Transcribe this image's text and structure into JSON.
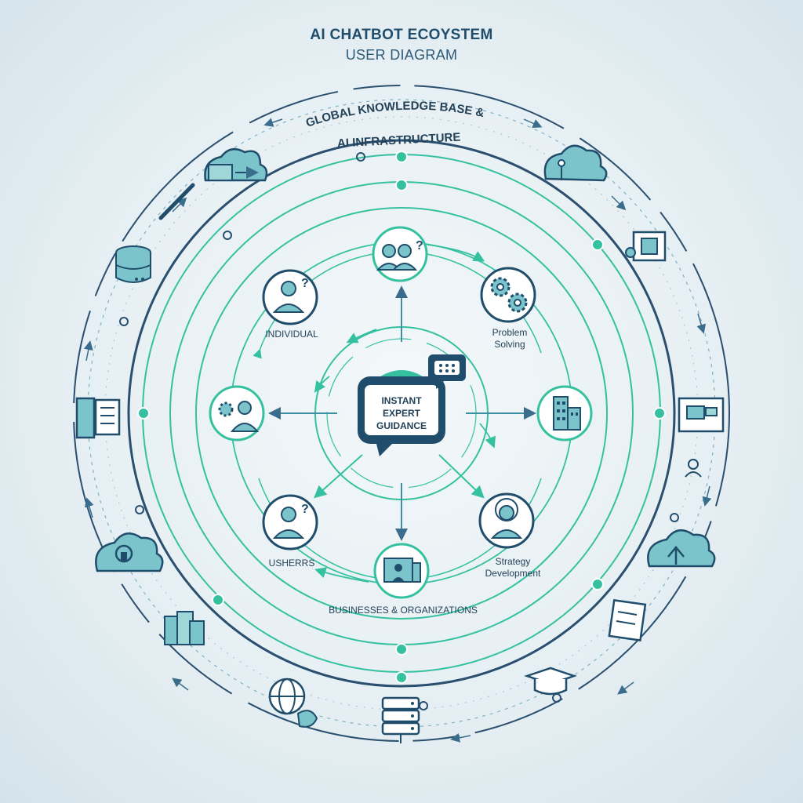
{
  "header": {
    "title": "AI CHATBOT ECOYSTEM",
    "subtitle": "USER DIAGRAM"
  },
  "outer_ring": {
    "label_line1": "GLOBAL KNOWLEDGE BASE &",
    "label_line2": "AI INFRASTRUCTURE"
  },
  "center": {
    "line1": "INSTANT",
    "line2": "EXPERT",
    "line3": "GUIDANCE"
  },
  "nodes": {
    "individual": "INDIVIDUAL",
    "problem_solving_1": "Problem",
    "problem_solving_2": "Solving",
    "ushers": "USHERRS",
    "strategy_1": "Strategy",
    "strategy_2": "Development",
    "businesses": "BUSINESSES & ORGANIZATIONS"
  },
  "colors": {
    "navy": "#1f4d6b",
    "teal": "#35c1a0",
    "dark_blue": "#2a4f6f",
    "icon_fill": "#7cc4cc"
  },
  "icons": {
    "center": "chat-bubble-icon",
    "top": "users-question-icon",
    "individual": "person-question-icon",
    "problem_solving": "gears-icon",
    "left": "person-gear-icon",
    "right": "office-building-icon",
    "ushers": "person-question-icon",
    "strategy": "team-person-icon",
    "businesses": "presentation-board-icon",
    "periphery": [
      "cloud-chat-icon",
      "cloud-network-icon",
      "database-icon",
      "document-icon",
      "book-icon",
      "monitor-icon",
      "cloud-lock-icon",
      "cloud-upload-icon",
      "globe-icon",
      "server-icon",
      "graduation-cap-icon",
      "files-icon",
      "user-icon"
    ]
  }
}
